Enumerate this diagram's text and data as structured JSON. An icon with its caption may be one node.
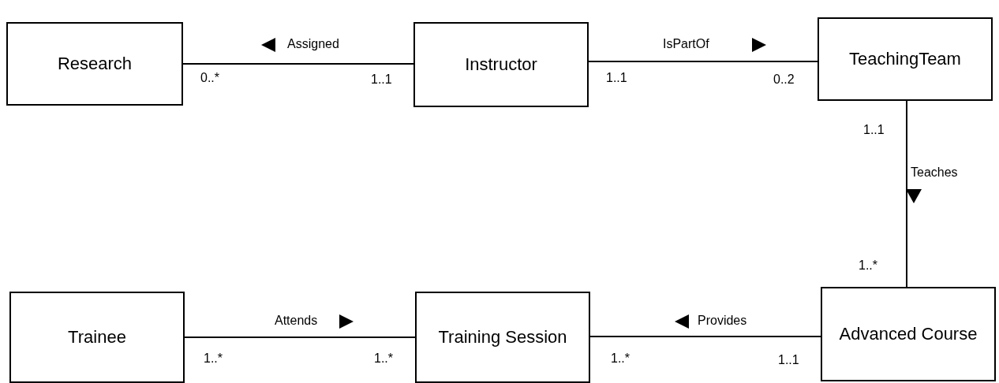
{
  "diagram": {
    "nodes": [
      {
        "text": [
          "Research"
        ]
      },
      {
        "text": [
          "Instructor"
        ]
      },
      {
        "text": [
          "TeachingTeam"
        ]
      },
      {
        "text": [
          "Trainee"
        ]
      },
      {
        "text": [
          "Training Session"
        ]
      },
      {
        "text": [
          "Advanced Course"
        ]
      }
    ],
    "edges": [
      {
        "from": 1,
        "to": 0,
        "arrow": "none",
        "label": "Assigned"
      },
      {
        "from": 1,
        "to": 2,
        "arrow": "none",
        "label": "IsPartOf"
      },
      {
        "from": 2,
        "to": 5,
        "arrow": "none",
        "label": "Teaches"
      },
      {
        "from": 3,
        "to": 4,
        "arrow": "none",
        "label": "Attends"
      },
      {
        "from": 5,
        "to": 4,
        "arrow": "none",
        "label": "Provides"
      }
    ],
    "labels": [
      "0..*",
      "1..1",
      "1..1",
      "0..2",
      "1..1",
      "1..*",
      "1..*",
      "1..*",
      "1..*",
      "1..1"
    ]
  }
}
